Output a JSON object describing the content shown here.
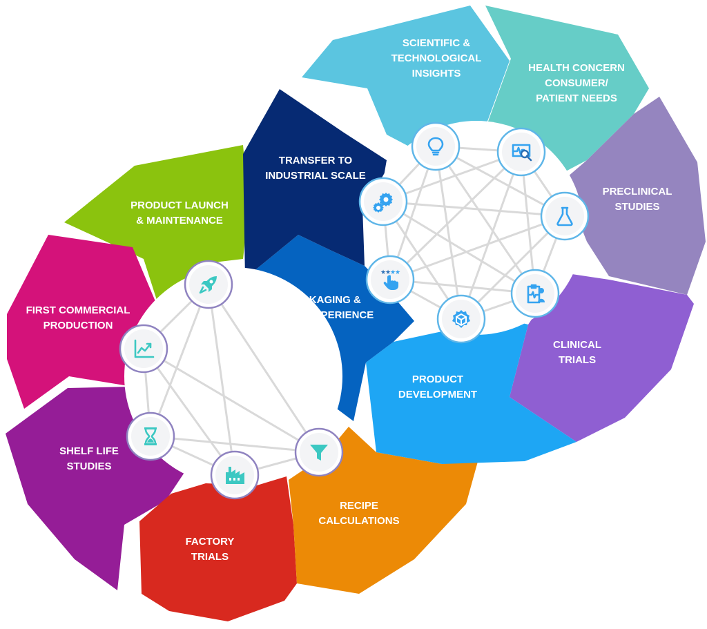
{
  "cycles": [
    {
      "name": "research-cycle",
      "segments": [
        {
          "id": "scientific",
          "label": [
            "SCIENTIFIC &",
            "TECHNOLOGICAL",
            "INSIGHTS"
          ],
          "color": "#5bc5e0",
          "icon": "lightbulb-icon"
        },
        {
          "id": "health",
          "label": [
            "HEALTH CONCERN",
            "CONSUMER/",
            "PATIENT NEEDS"
          ],
          "color": "#66cdc7",
          "icon": "monitor-search-icon"
        },
        {
          "id": "preclinical",
          "label": [
            "PRECLINICAL",
            "STUDIES"
          ],
          "color": "#9585bf",
          "icon": "flask-icon"
        },
        {
          "id": "clinical",
          "label": [
            "CLINICAL",
            "TRIALS"
          ],
          "color": "#8f5fd2",
          "icon": "clipboard-doctor-icon"
        },
        {
          "id": "product-dev",
          "label": [
            "PRODUCT",
            "DEVELOPMENT"
          ],
          "color": "#1ea6f4",
          "icon": "gear-cube-icon"
        },
        {
          "id": "packaging",
          "label": [
            "PACKAGING &",
            "USER EXPERIENCE"
          ],
          "color": "#0563c0",
          "icon": "rating-touch-icon"
        },
        {
          "id": "transfer",
          "label": [
            "TRANSFER TO",
            "INDUSTRIAL SCALE"
          ],
          "color": "#062a73",
          "icon": "gears-icon"
        }
      ]
    },
    {
      "name": "manufacturing-cycle",
      "segments": [
        {
          "id": "launch",
          "label": [
            "PRODUCT LAUNCH",
            "& MAINTENANCE"
          ],
          "color": "#8bc30e",
          "icon": "rocket-icon"
        },
        {
          "id": "first-commercial",
          "label": [
            "FIRST COMMERCIAL",
            "PRODUCTION"
          ],
          "color": "#d4127a",
          "icon": "growth-chart-icon"
        },
        {
          "id": "shelf-life",
          "label": [
            "SHELF LIFE",
            "STUDIES"
          ],
          "color": "#951d97",
          "icon": "hourglass-icon"
        },
        {
          "id": "factory",
          "label": [
            "FACTORY",
            "TRIALS"
          ],
          "color": "#d8291f",
          "icon": "factory-icon"
        },
        {
          "id": "recipe",
          "label": [
            "RECIPE",
            "CALCULATIONS"
          ],
          "color": "#ec8a06",
          "icon": "funnel-icon"
        }
      ]
    }
  ],
  "colors": {
    "icon_blue": "#35a3f0",
    "icon_teal": "#3cc8c2",
    "node_ring_blue": "#5fb6e8",
    "node_ring_purple": "#8f83c0",
    "network_line": "#d9d9d9"
  }
}
